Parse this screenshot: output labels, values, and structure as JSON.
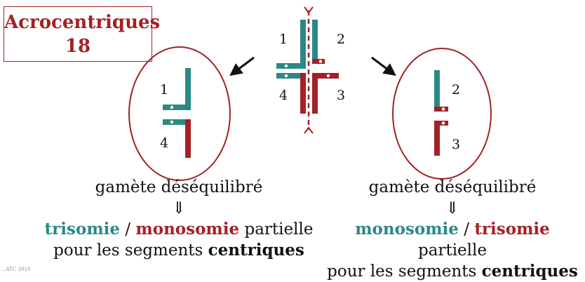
{
  "title": {
    "line1": "Acrocentriques",
    "line2": "18"
  },
  "colors": {
    "teal": "#2b8985",
    "red": "#a32125",
    "black": "#111111"
  },
  "top_figure": {
    "labels": [
      "1",
      "2",
      "4",
      "3"
    ]
  },
  "left_gamete": {
    "labels": [
      "1",
      "4"
    ],
    "result": "gamète déséquilibré",
    "arrow": "⇓",
    "line1": {
      "word1": "trisomie",
      "sep": " / ",
      "word2": "monosomie",
      "rest": " partielle"
    },
    "line2": {
      "prefix": "pour les segments ",
      "bold": "centriques"
    }
  },
  "right_gamete": {
    "labels": [
      "2",
      "3"
    ],
    "result": "gamète déséquilibré",
    "arrow": "⇓",
    "line1": {
      "word1": "monosomie",
      "sep": " / ",
      "word2": "trisomie",
      "rest": " partielle"
    },
    "line2": {
      "prefix": "pour les segments ",
      "bold": "centriques"
    }
  },
  "footer": "...ATC 2010"
}
